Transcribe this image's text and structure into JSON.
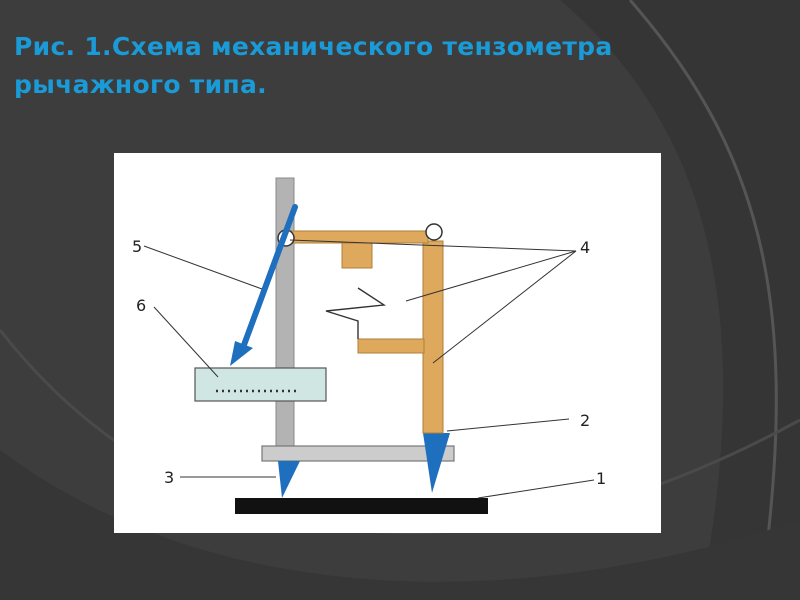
{
  "slide": {
    "title_line1": "Рис. 1.Схема механического тензометра",
    "title_line2": "рычажного типа.",
    "background_color": "#3d3d3d",
    "title_color": "#1a9ad6"
  },
  "diagram": {
    "labels": {
      "l1": "1",
      "l2": "2",
      "l3": "3",
      "l4": "4",
      "l5": "5",
      "l6": "6"
    },
    "colors": {
      "column": "#b3b3b3",
      "lever": "#dea95c",
      "arrow": "#1f6fbf",
      "knife": "#1f6fbf",
      "scale": "#cfe6e2",
      "base": "#111111"
    }
  }
}
